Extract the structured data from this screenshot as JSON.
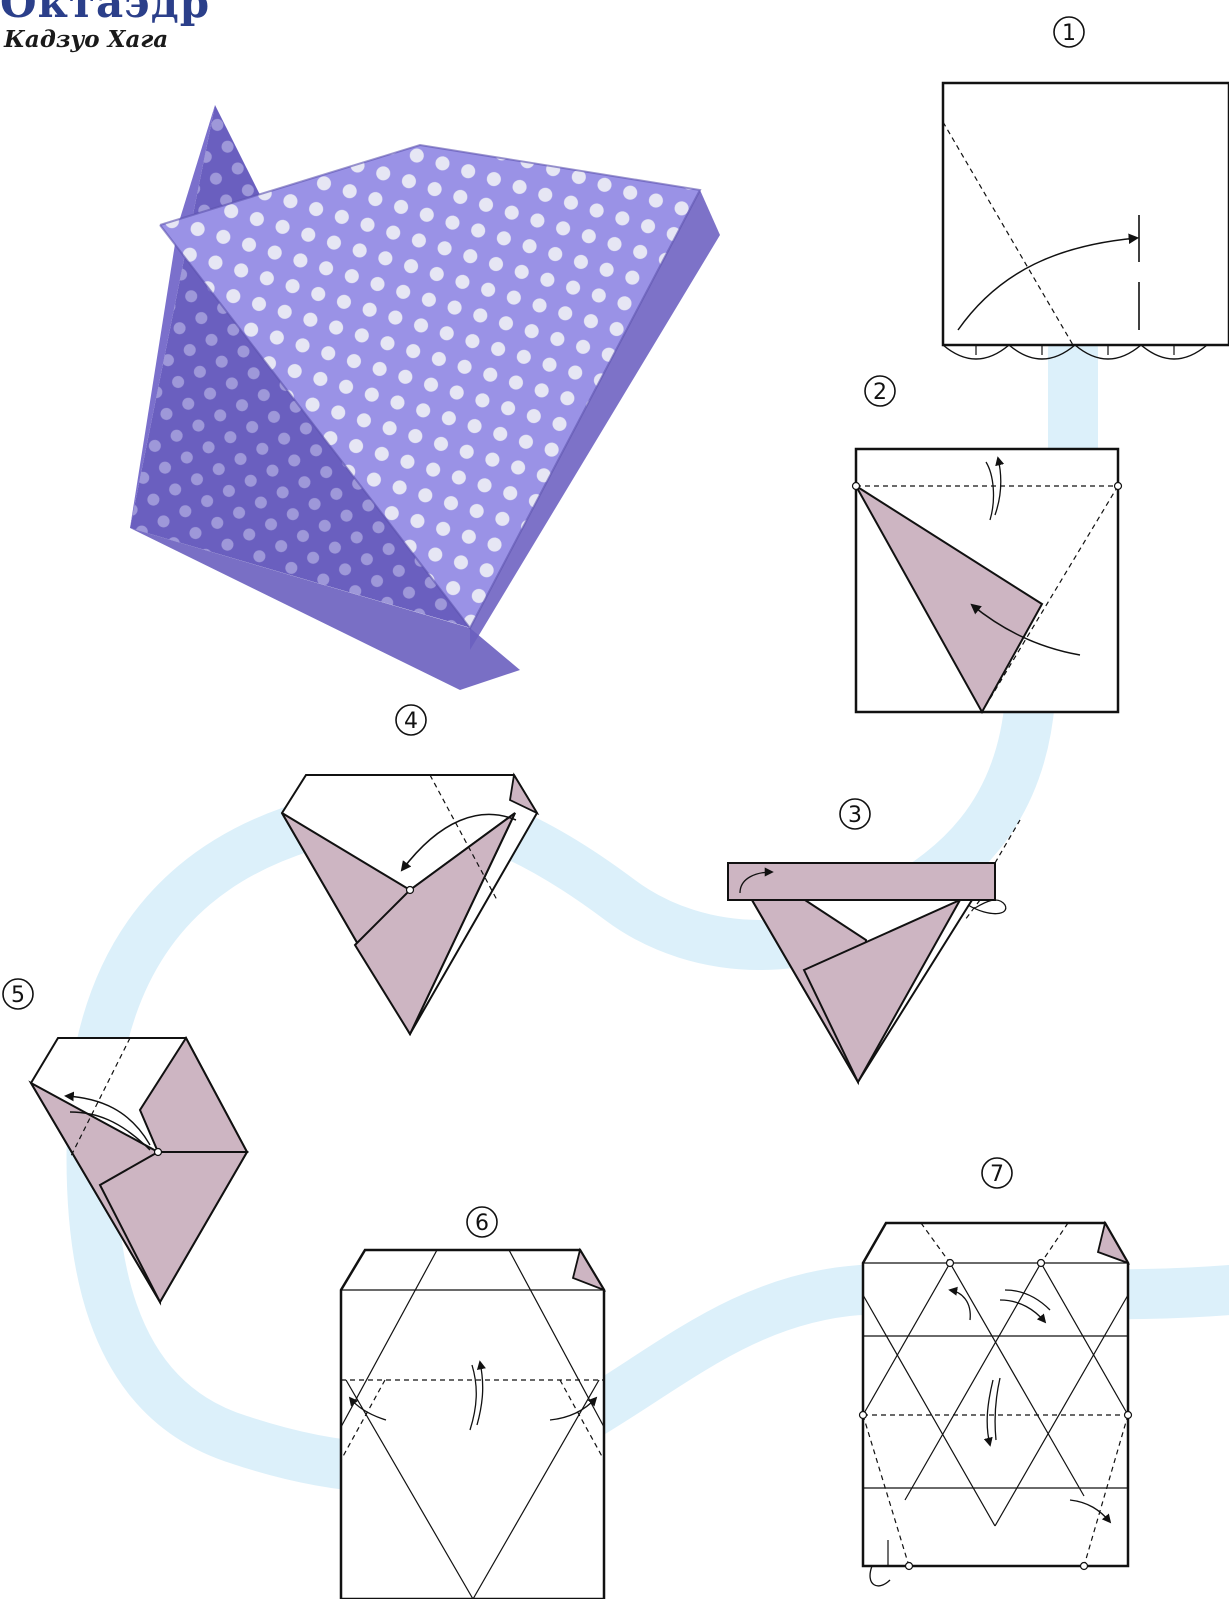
{
  "header": {
    "title": "Октаэдр",
    "author": "Кадзуо Хага"
  },
  "steps": [
    {
      "number": "1"
    },
    {
      "number": "2"
    },
    {
      "number": "3"
    },
    {
      "number": "4"
    },
    {
      "number": "5"
    },
    {
      "number": "6"
    },
    {
      "number": "7"
    }
  ],
  "colors": {
    "paper_color_side": "#cdb5c2",
    "paper_white_side": "#ffffff",
    "flow_path": "#dcf0fa",
    "model_purple": "#8a7fd6",
    "title_blue": "#2b3f8a"
  }
}
